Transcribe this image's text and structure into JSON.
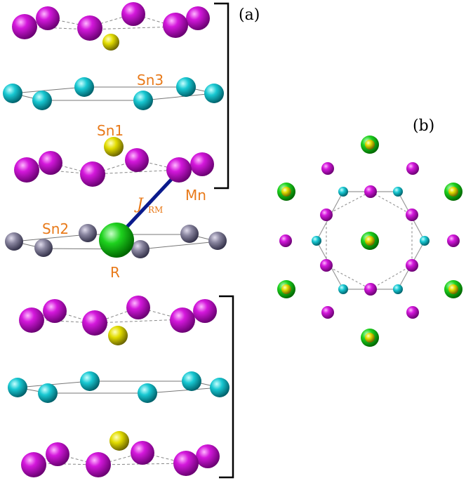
{
  "panels": {
    "a": "(a)",
    "b": "(b)"
  },
  "labels": {
    "sn3": "Sn3",
    "sn1": "Sn1",
    "mn": "Mn",
    "sn2": "Sn2",
    "r": "R",
    "j": "J",
    "j_sub": "RM"
  },
  "colors": {
    "mn": "#c000c8",
    "sn1": "#d8d400",
    "sn2": "#7e7a8e",
    "sn3": "#00b8c4",
    "r": "#18c418",
    "bond_jrm": "#0a1a8c",
    "label": "#e87a1a"
  }
}
